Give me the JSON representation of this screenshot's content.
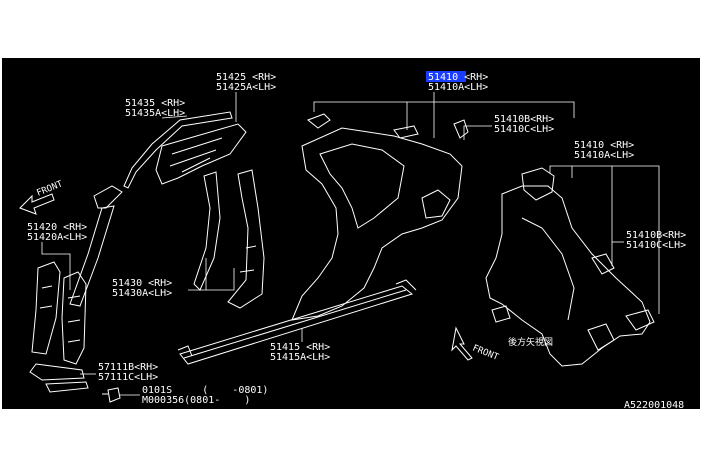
{
  "diagram": {
    "code": "A522001048",
    "front_labels": [
      "FRONT",
      "FRONT"
    ],
    "view_direction_label": "後方矢視図",
    "highlight_color": "#1a3cff",
    "parts": {
      "p51425": [
        "51425 <RH>",
        "51425A<LH>"
      ],
      "p51435": [
        "51435 <RH>",
        "51435A<LH>"
      ],
      "p51420": [
        "51420 <RH>",
        "51420A<LH>"
      ],
      "p51430": [
        "51430 <RH>",
        "51430A<LH>"
      ],
      "p51415": [
        "51415 <RH>",
        "51415A<LH>"
      ],
      "p57111": [
        "57111B<RH>",
        "57111C<LH>"
      ],
      "p0101": [
        "0101S     (    -0801)",
        "M000356(0801-    )"
      ],
      "p51410_main": {
        "highlight": "51410",
        "rest": " <RH>",
        "line2": "51410A<LH>"
      },
      "p51410bc_left": [
        "51410B<RH>",
        "51410C<LH>"
      ],
      "p51410_right": [
        "51410 <RH>",
        "51410A<LH>"
      ],
      "p51410bc_right": [
        "51410B<RH>",
        "51410C<LH>"
      ]
    }
  }
}
